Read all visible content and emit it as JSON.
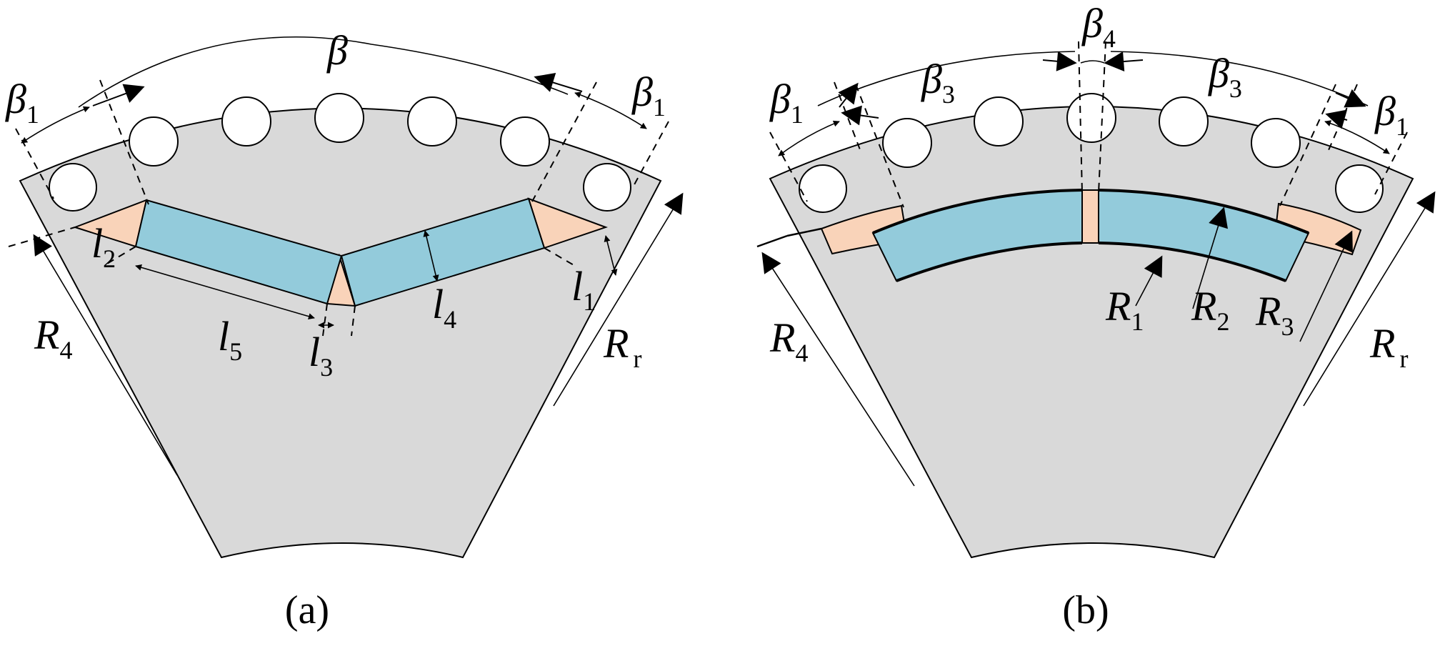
{
  "panel_a": {
    "caption": "(a)",
    "labels": {
      "beta": {
        "main": "β",
        "sub": ""
      },
      "beta1_left": {
        "main": "β",
        "sub": "1"
      },
      "beta1_right": {
        "main": "β",
        "sub": "1"
      },
      "l1": {
        "main": "l",
        "sub": "1"
      },
      "l2": {
        "main": "l",
        "sub": "2"
      },
      "l3": {
        "main": "l",
        "sub": "3"
      },
      "l4": {
        "main": "l",
        "sub": "4"
      },
      "l5": {
        "main": "l",
        "sub": "5"
      },
      "R4": {
        "main": "R",
        "sub": "4"
      },
      "Rr": {
        "main": "R",
        "sub": "r"
      }
    }
  },
  "panel_b": {
    "caption": "(b)",
    "labels": {
      "beta1_left": {
        "main": "β",
        "sub": "1"
      },
      "beta1_right": {
        "main": "β",
        "sub": "1"
      },
      "beta3_left": {
        "main": "β",
        "sub": "3"
      },
      "beta3_right": {
        "main": "β",
        "sub": "3"
      },
      "beta4": {
        "main": "β",
        "sub": "4"
      },
      "R1": {
        "main": "R",
        "sub": "1"
      },
      "R2": {
        "main": "R",
        "sub": "2"
      },
      "R3": {
        "main": "R",
        "sub": "3"
      },
      "R4": {
        "main": "R",
        "sub": "4"
      },
      "Rr": {
        "main": "R",
        "sub": "r"
      }
    }
  },
  "colors": {
    "core": "#d9d9d9",
    "magnet": "#93cbdb",
    "flux_barrier": "#f9d3b9",
    "outline": "#000000",
    "background": "#ffffff"
  }
}
